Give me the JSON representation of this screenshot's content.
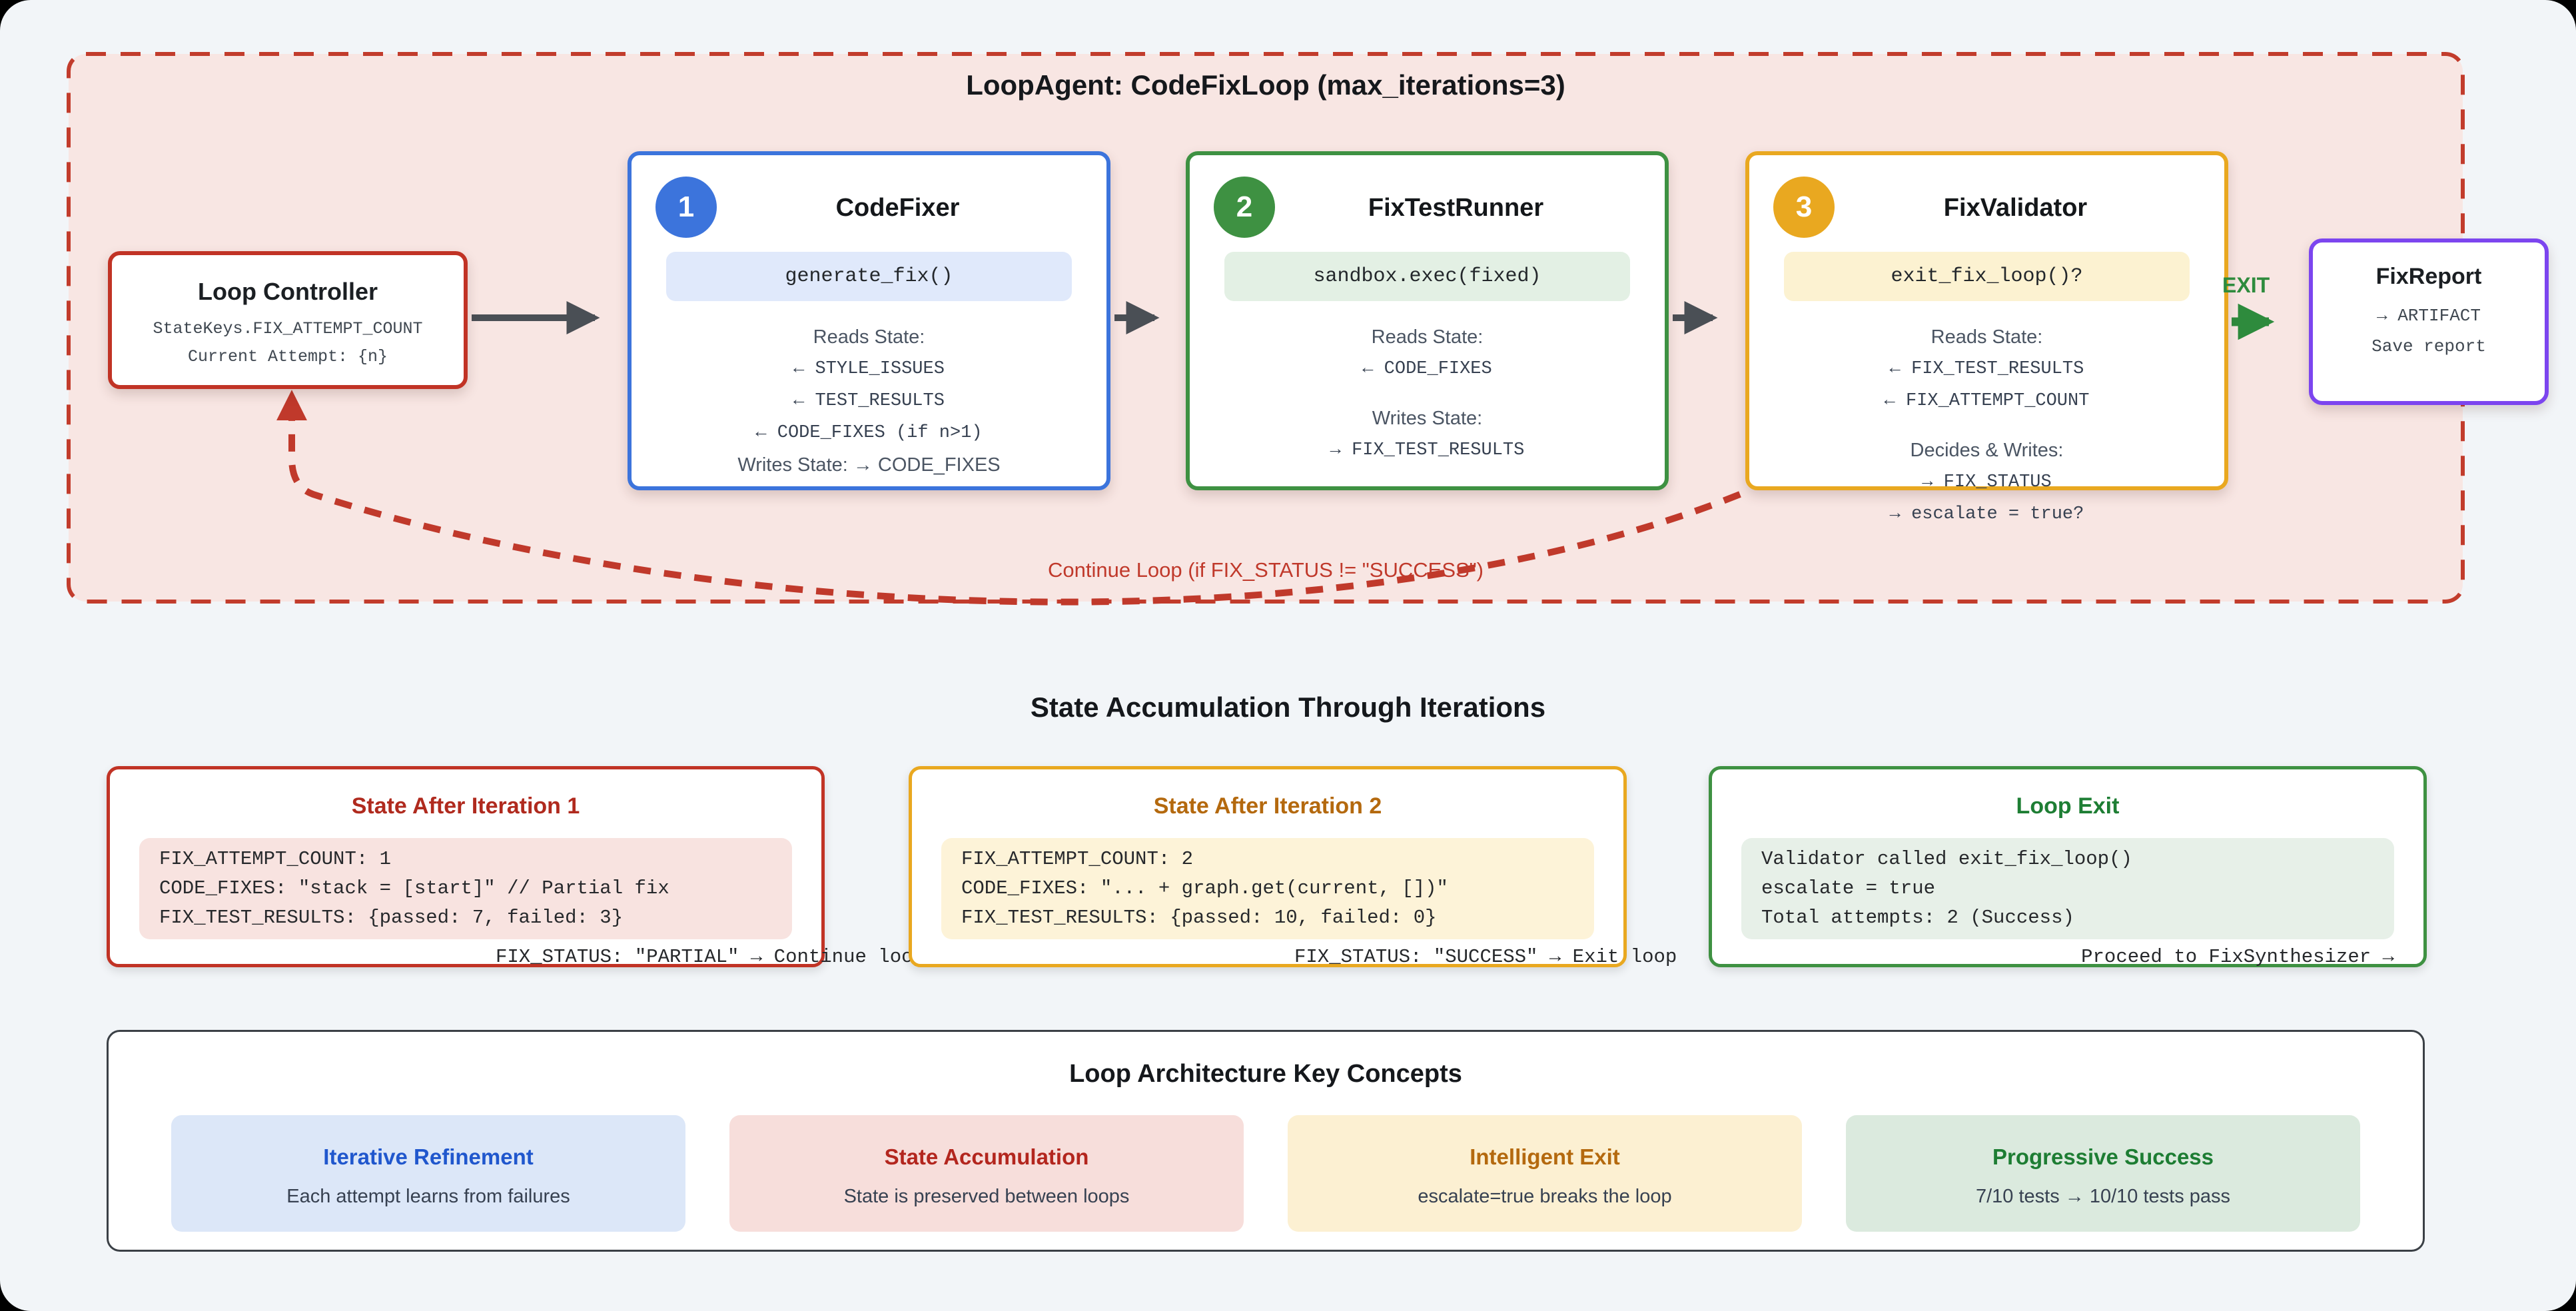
{
  "colors": {
    "page_bg": "#f2f5f8",
    "loop_bg": "#f8e6e3",
    "loop_border_red": "#c23c2c",
    "blue": "#3c74dc",
    "green": "#3e9142",
    "amber": "#e9a820",
    "purple": "#7c45ef",
    "exit_green": "#2e8b3d",
    "arrow_gray": "#4a4f55"
  },
  "loop": {
    "title": "LoopAgent: CodeFixLoop (max_iterations=3)",
    "controller": {
      "title": "Loop Controller",
      "lines": [
        "StateKeys.FIX_ATTEMPT_COUNT",
        "Current Attempt: {n}"
      ]
    },
    "agents": [
      {
        "badge": "1",
        "title": "CodeFixer",
        "pill": "generate_fix()",
        "lines": [
          {
            "k": "label",
            "t": "Reads State:"
          },
          {
            "k": "mono",
            "t": "← STYLE_ISSUES"
          },
          {
            "k": "mono",
            "t": "← TEST_RESULTS"
          },
          {
            "k": "mono",
            "t": "← CODE_FIXES (if n>1)"
          },
          {
            "k": "label",
            "t": "Writes State: → CODE_FIXES"
          }
        ]
      },
      {
        "badge": "2",
        "title": "FixTestRunner",
        "pill": "sandbox.exec(fixed)",
        "lines": [
          {
            "k": "label",
            "t": "Reads State:"
          },
          {
            "k": "mono",
            "t": "← CODE_FIXES"
          },
          {
            "k": "gap",
            "t": ""
          },
          {
            "k": "label",
            "t": "Writes State:"
          },
          {
            "k": "mono",
            "t": "→ FIX_TEST_RESULTS"
          }
        ]
      },
      {
        "badge": "3",
        "title": "FixValidator",
        "pill": "exit_fix_loop()?",
        "lines": [
          {
            "k": "label",
            "t": "Reads State:"
          },
          {
            "k": "mono",
            "t": "← FIX_TEST_RESULTS"
          },
          {
            "k": "mono",
            "t": "← FIX_ATTEMPT_COUNT"
          },
          {
            "k": "gap",
            "t": ""
          },
          {
            "k": "label",
            "t": "Decides & Writes:"
          },
          {
            "k": "mono",
            "t": "→ FIX_STATUS"
          },
          {
            "k": "mono",
            "t": "→ escalate = true?"
          }
        ]
      }
    ],
    "exit_label": "EXIT",
    "report": {
      "title": "FixReport",
      "lines": [
        "→ ARTIFACT",
        "Save report"
      ]
    },
    "continue_label": "Continue Loop (if FIX_STATUS != \"SUCCESS\")"
  },
  "state": {
    "heading": "State Accumulation Through Iterations",
    "boxes": [
      {
        "title": "State After Iteration 1",
        "code": [
          "FIX_ATTEMPT_COUNT: 1",
          "CODE_FIXES: \"stack = [start]\" // Partial fix",
          "FIX_TEST_RESULTS: {passed: 7, failed: 3}"
        ],
        "overflow": "FIX_STATUS: \"PARTIAL\" → Continue loop"
      },
      {
        "title": "State After Iteration 2",
        "code": [
          "FIX_ATTEMPT_COUNT: 2",
          "CODE_FIXES: \"... + graph.get(current, [])\"",
          "FIX_TEST_RESULTS: {passed: 10, failed: 0}"
        ],
        "overflow": "FIX_STATUS: \"SUCCESS\" → Exit loop"
      },
      {
        "title": "Loop Exit",
        "code": [
          "Validator called exit_fix_loop()",
          "escalate = true",
          "Total attempts: 2 (Success)"
        ],
        "overflow": "Proceed to FixSynthesizer →"
      }
    ]
  },
  "concepts": {
    "heading": "Loop Architecture Key Concepts",
    "cards": [
      {
        "title": "Iterative Refinement",
        "sub": "Each attempt learns from failures"
      },
      {
        "title": "State Accumulation",
        "sub": "State is preserved between loops"
      },
      {
        "title": "Intelligent Exit",
        "sub": "escalate=true breaks the loop"
      },
      {
        "title": "Progressive Success",
        "sub": "7/10 tests → 10/10 tests pass"
      }
    ]
  }
}
